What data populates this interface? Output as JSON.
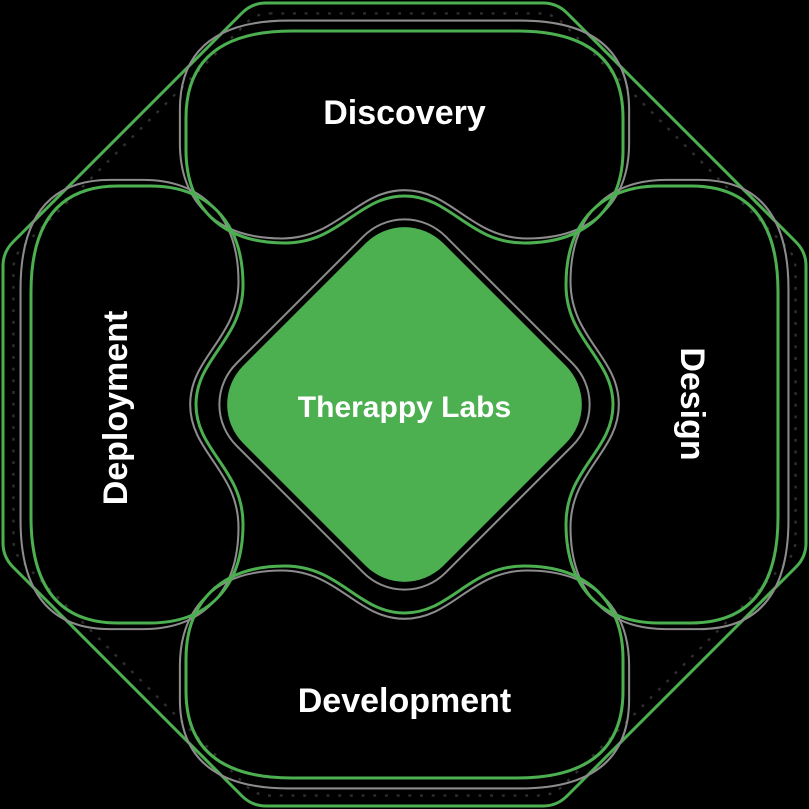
{
  "diagram": {
    "center_label": "Therappy Labs",
    "sections": {
      "top": "Discovery",
      "right": "Design",
      "bottom": "Development",
      "left": "Deployment"
    },
    "colors": {
      "accent_green": "#4CAF50",
      "outline_gray": "#8C8C8C",
      "dash_dark": "#2E2E2E",
      "background": "#000000",
      "text": "#FFFFFF"
    }
  }
}
